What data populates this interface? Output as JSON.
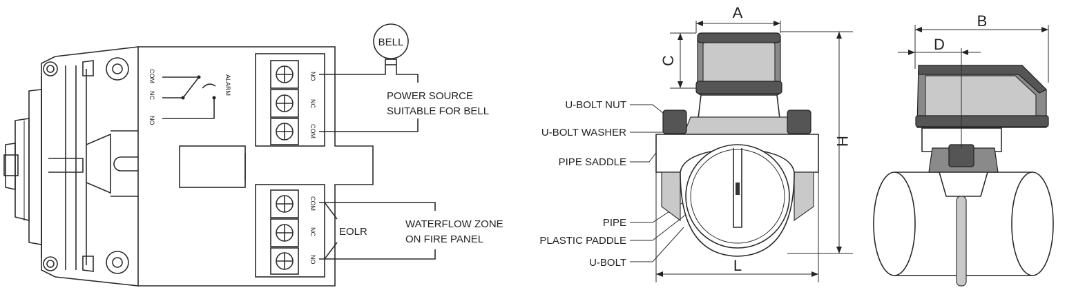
{
  "wiring": {
    "bell": "BELL",
    "power_source_line1": "POWER SOURCE",
    "power_source_line2": "SUITABLE FOR BELL",
    "eolr": "EOLR",
    "waterflow_line1": "WATERFLOW ZONE",
    "waterflow_line2": "ON FIRE PANEL",
    "switch_labels": {
      "com": "COM",
      "nc": "NC",
      "no": "NO",
      "alarm": "ALARM"
    },
    "top_terminals": [
      "NO",
      "NC",
      "COM"
    ],
    "bottom_terminals": [
      "COM",
      "NC",
      "NO"
    ]
  },
  "front_view": {
    "callouts": [
      "U-BOLT NUT",
      "U-BOLT WASHER",
      "PIPE SADDLE",
      "PIPE",
      "PLASTIC PADDLE",
      "U-BOLT"
    ],
    "dimensions": {
      "a": "A",
      "c": "C",
      "h": "H",
      "l": "L"
    }
  },
  "side_view": {
    "dimensions": {
      "b": "B",
      "d": "D"
    }
  },
  "colors": {
    "line": "#2a2a2a",
    "housing_dark": "#555555",
    "housing_mid": "#8a8a8a",
    "light_fill": "#c9c9c9"
  }
}
